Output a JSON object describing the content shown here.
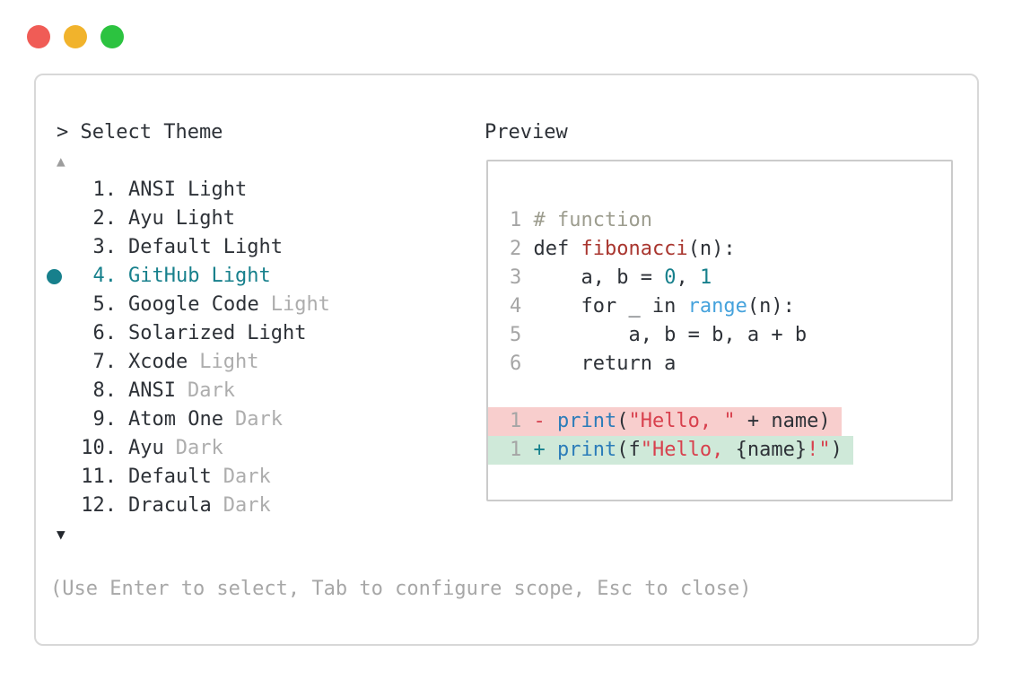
{
  "window": {
    "prompt": "> Select Theme",
    "hint": "(Use Enter to select, Tab to configure scope, Esc to close)"
  },
  "icons": {
    "scroll_up": "▲",
    "scroll_down": "▼",
    "selected_dot": "circle"
  },
  "theme_list": {
    "selected_name": "GitHub Light",
    "items": [
      {
        "number": "1.",
        "name": "ANSI",
        "suffix": "Light",
        "suffix_muted": false,
        "selected": false
      },
      {
        "number": "2.",
        "name": "Ayu",
        "suffix": "Light",
        "suffix_muted": false,
        "selected": false
      },
      {
        "number": "3.",
        "name": "Default",
        "suffix": "Light",
        "suffix_muted": false,
        "selected": false
      },
      {
        "number": "4.",
        "name": "GitHub",
        "suffix": "Light",
        "suffix_muted": false,
        "selected": true
      },
      {
        "number": "5.",
        "name": "Google Code",
        "suffix": "Light",
        "suffix_muted": true,
        "selected": false
      },
      {
        "number": "6.",
        "name": "Solarized",
        "suffix": "Light",
        "suffix_muted": false,
        "selected": false
      },
      {
        "number": "7.",
        "name": "Xcode",
        "suffix": "Light",
        "suffix_muted": true,
        "selected": false
      },
      {
        "number": "8.",
        "name": "ANSI",
        "suffix": "Dark",
        "suffix_muted": true,
        "selected": false
      },
      {
        "number": "9.",
        "name": "Atom One",
        "suffix": "Dark",
        "suffix_muted": true,
        "selected": false
      },
      {
        "number": "10.",
        "name": "Ayu",
        "suffix": "Dark",
        "suffix_muted": true,
        "selected": false
      },
      {
        "number": "11.",
        "name": "Default",
        "suffix": "Dark",
        "suffix_muted": true,
        "selected": false
      },
      {
        "number": "12.",
        "name": "Dracula",
        "suffix": "Dark",
        "suffix_muted": true,
        "selected": false
      }
    ]
  },
  "preview": {
    "label": "Preview",
    "code_lines": [
      {
        "num": "1",
        "tokens": [
          {
            "text": "# function",
            "style": "comment"
          }
        ]
      },
      {
        "num": "2",
        "tokens": [
          {
            "text": "def ",
            "style": "code"
          },
          {
            "text": "fibonacci",
            "style": "function"
          },
          {
            "text": "(n):",
            "style": "code"
          }
        ]
      },
      {
        "num": "3",
        "tokens": [
          {
            "text": "    a, b = ",
            "style": "code"
          },
          {
            "text": "0",
            "style": "number"
          },
          {
            "text": ", ",
            "style": "code"
          },
          {
            "text": "1",
            "style": "number"
          }
        ]
      },
      {
        "num": "4",
        "tokens": [
          {
            "text": "    for _ in ",
            "style": "code"
          },
          {
            "text": "range",
            "style": "builtin"
          },
          {
            "text": "(n):",
            "style": "code"
          }
        ]
      },
      {
        "num": "5",
        "tokens": [
          {
            "text": "        a, b = b, a + b",
            "style": "code"
          }
        ]
      },
      {
        "num": "6",
        "tokens": [
          {
            "text": "    return a",
            "style": "code"
          }
        ]
      }
    ],
    "diff_lines": [
      {
        "num": "1",
        "sign": "-",
        "kind": "removed",
        "tokens": [
          {
            "text": "print",
            "style": "call"
          },
          {
            "text": "(",
            "style": "code"
          },
          {
            "text": "\"Hello, \"",
            "style": "string"
          },
          {
            "text": " + name)",
            "style": "code"
          }
        ]
      },
      {
        "num": "1",
        "sign": "+",
        "kind": "added",
        "tokens": [
          {
            "text": "print",
            "style": "call"
          },
          {
            "text": "(f",
            "style": "code"
          },
          {
            "text": "\"Hello, ",
            "style": "string"
          },
          {
            "text": "{name}",
            "style": "code"
          },
          {
            "text": "!\"",
            "style": "string"
          },
          {
            "text": ")",
            "style": "code"
          }
        ]
      }
    ]
  },
  "palette": {
    "accent_teal": "#17808c",
    "text_dark": "#2d3137",
    "text_muted": "#adadad",
    "line_number_gray": "#a5a5a5",
    "hint_gray": "#a7a7a7",
    "comment": "#9c9c8e",
    "function_red": "#a9362f",
    "builtin_blue": "#45a2dc",
    "call_blue": "#2b7cb9",
    "string_red": "#d8404d",
    "diff_removed_bg": "#f8cecd",
    "diff_added_bg": "#cfe9d9",
    "window_border": "#d8d8d8",
    "preview_border": "#cbcbcb",
    "traffic_red": "#f05c56",
    "traffic_yellow": "#f1b32c",
    "traffic_green": "#2cc340"
  }
}
